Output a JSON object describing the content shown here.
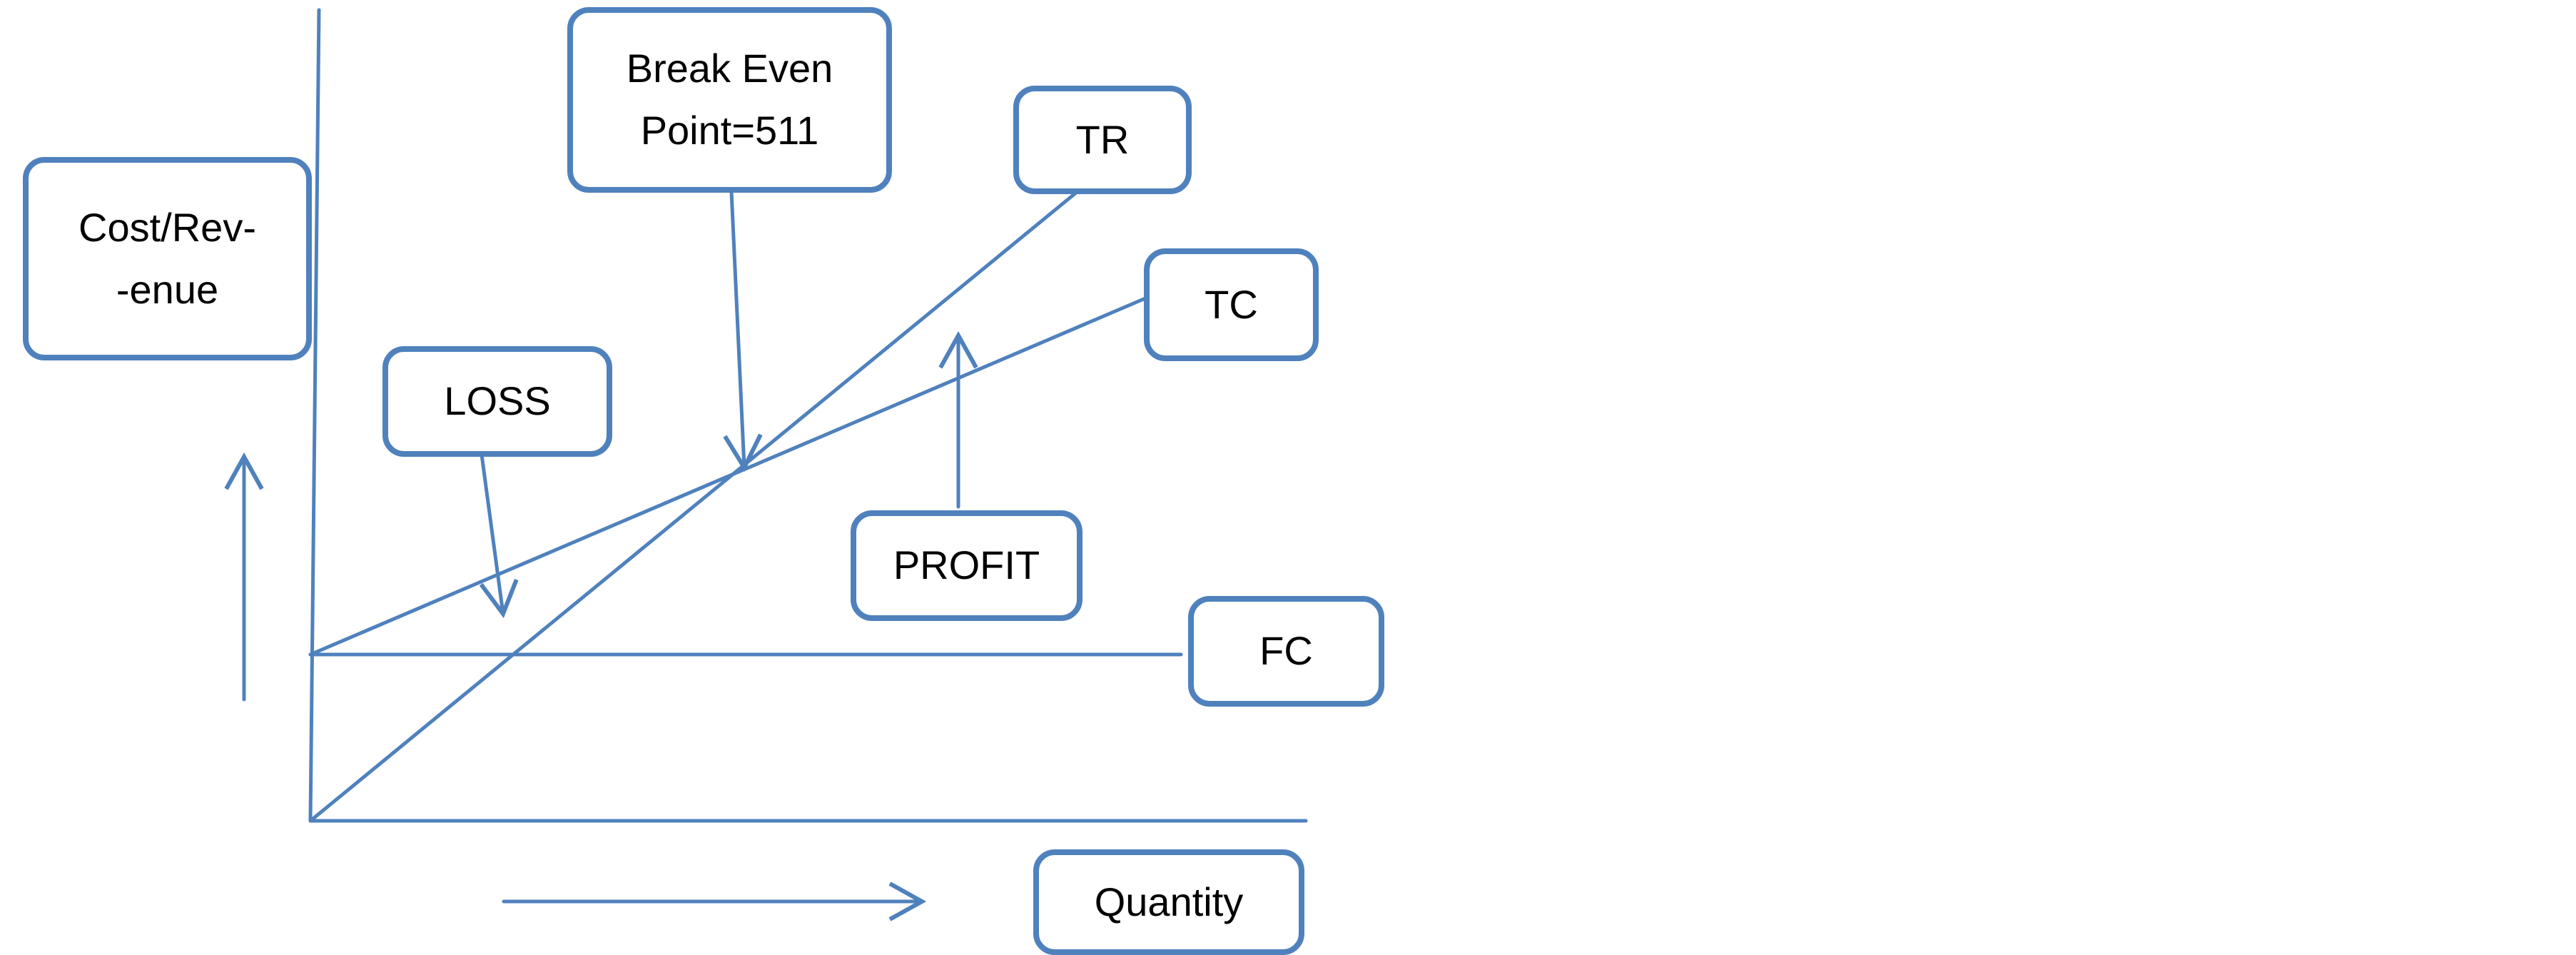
{
  "colors": {
    "stroke": "#4f81bd",
    "text": "#000000",
    "background": "#ffffff"
  },
  "labels": {
    "cost_revenue": "Cost/Rev-\n-enue",
    "break_even": "Break Even\nPoint=511",
    "tr": "TR",
    "tc": "TC",
    "loss": "LOSS",
    "profit": "PROFIT",
    "fc": "FC",
    "quantity": "Quantity"
  }
}
